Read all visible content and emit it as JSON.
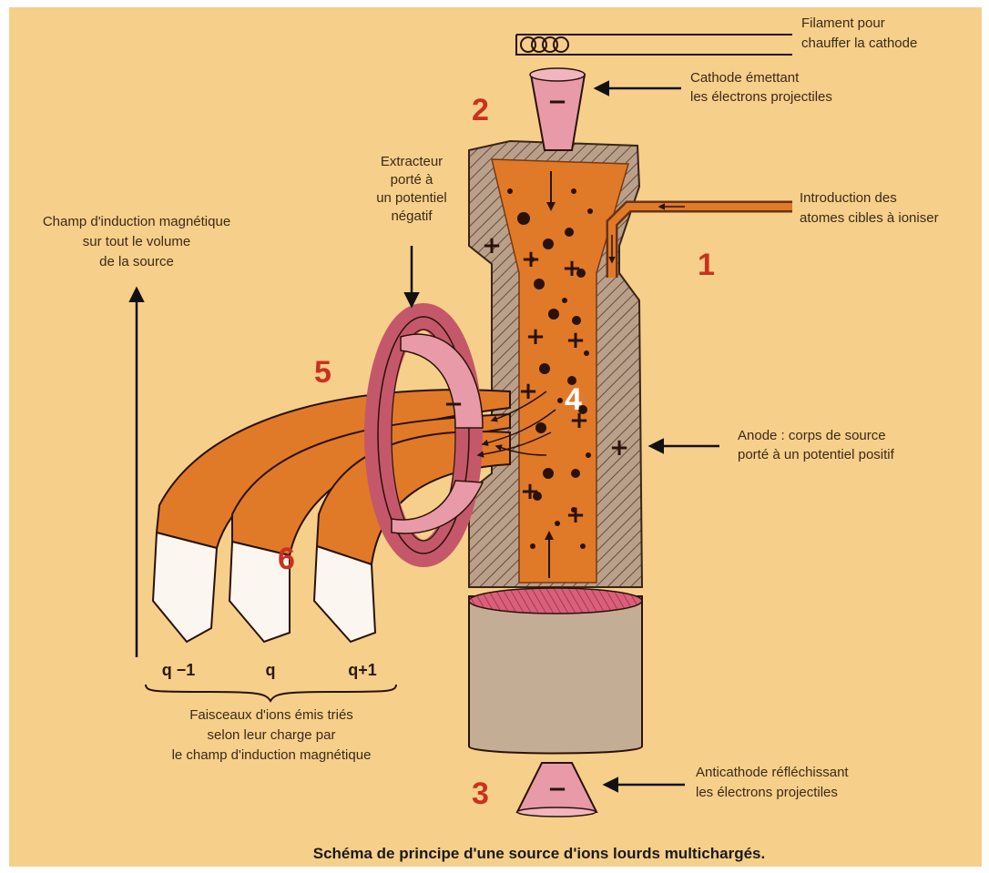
{
  "colors": {
    "background": "#f6cf8a",
    "plasma": "#e07a28",
    "wall": "#b9a08a",
    "wall_hatch": "#6b4a3a",
    "pink": "#e89aa8",
    "pink_dark": "#c4586a",
    "anticathode_body": "#c4ad95",
    "beam_tip": "#fbf6ef",
    "number_red": "#c8321e"
  },
  "labels": {
    "filament": [
      "Filament pour",
      "chauffer la cathode"
    ],
    "cathode": [
      "Cathode émettant",
      "les électrons projectiles"
    ],
    "introduction": [
      "Introduction des",
      "atomes cibles à ioniser"
    ],
    "anode": [
      "Anode : corps de source",
      "porté à un potentiel positif"
    ],
    "anticathode": [
      "Anticathode réfléchissant",
      "les électrons projectiles"
    ],
    "extracteur": [
      "Extracteur",
      "porté à",
      "un potentiel",
      "négatif"
    ],
    "champ": [
      "Champ d'induction magnétique",
      "sur tout le volume",
      "de la source"
    ],
    "faisceaux": [
      "Faisceaux d'ions émis triés",
      "selon leur charge par",
      "le champ d'induction magnétique"
    ]
  },
  "numbers": {
    "n1": "1",
    "n2": "2",
    "n3": "3",
    "n4": "4",
    "n5": "5",
    "n6": "6"
  },
  "charges": {
    "q_minus": "q −1",
    "q": "q",
    "q_plus": "q+1"
  },
  "symbols": {
    "minus": "−",
    "plus": "+"
  },
  "caption": "Schéma de principe d'une source d'ions lourds multichargés."
}
